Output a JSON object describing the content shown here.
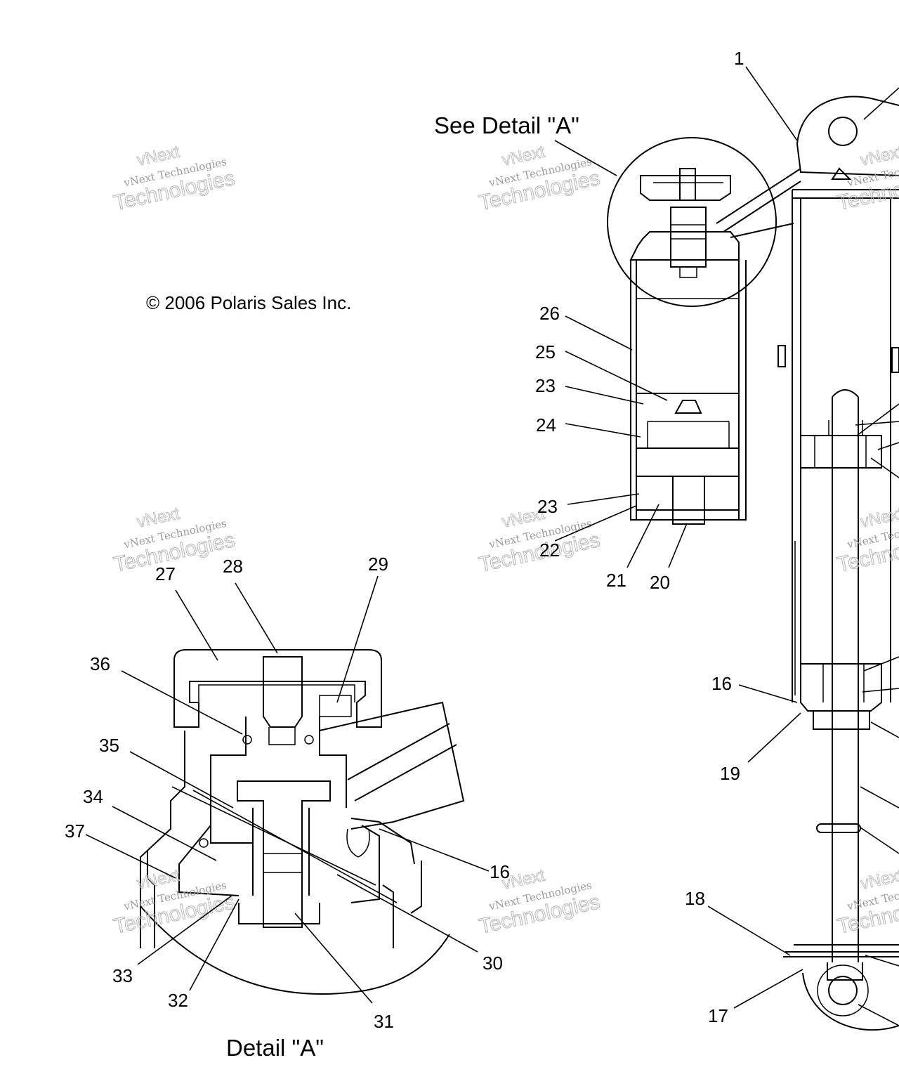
{
  "copyright": "© 2006 Polaris Sales Inc.",
  "detail_callout": "See Detail \"A\"",
  "detail_title": "Detail \"A\"",
  "watermark": {
    "line1": "vNext",
    "line2": "vNext Technologies",
    "line3": "Technologies"
  },
  "callouts": [
    "1",
    "16",
    "16",
    "17",
    "18",
    "19",
    "20",
    "21",
    "22",
    "23",
    "23",
    "24",
    "25",
    "26",
    "27",
    "28",
    "29",
    "30",
    "31",
    "32",
    "33",
    "34",
    "35",
    "36",
    "37"
  ]
}
